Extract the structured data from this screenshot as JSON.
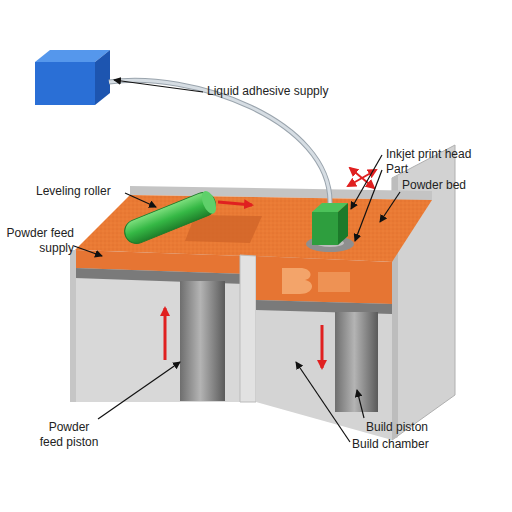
{
  "diagram": {
    "labels": [
      "Liquid adhesive supply",
      "Inkjet print head",
      "Part",
      "Leveling roller",
      "Powder bed",
      "Powder feed supply",
      "Powder feed piston",
      "Build piston",
      "Build chamber"
    ]
  }
}
